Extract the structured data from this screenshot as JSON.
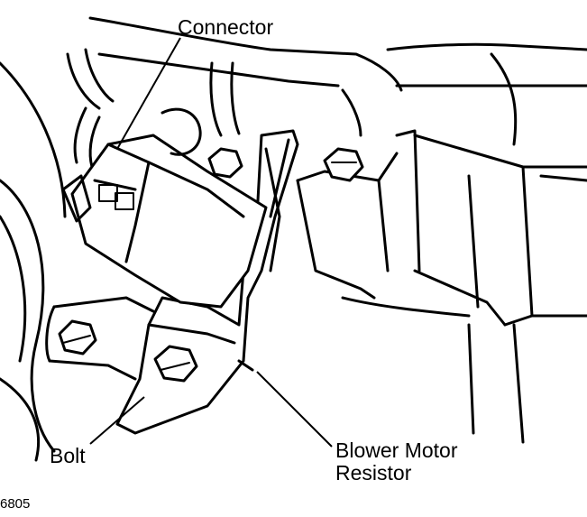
{
  "labels": {
    "connector": "Connector",
    "bolt": "Bolt",
    "resistor_line1": "Blower Motor",
    "resistor_line2": "Resistor"
  },
  "figure_number": "6805",
  "colors": {
    "ink": "#000000",
    "paper": "#ffffff"
  }
}
